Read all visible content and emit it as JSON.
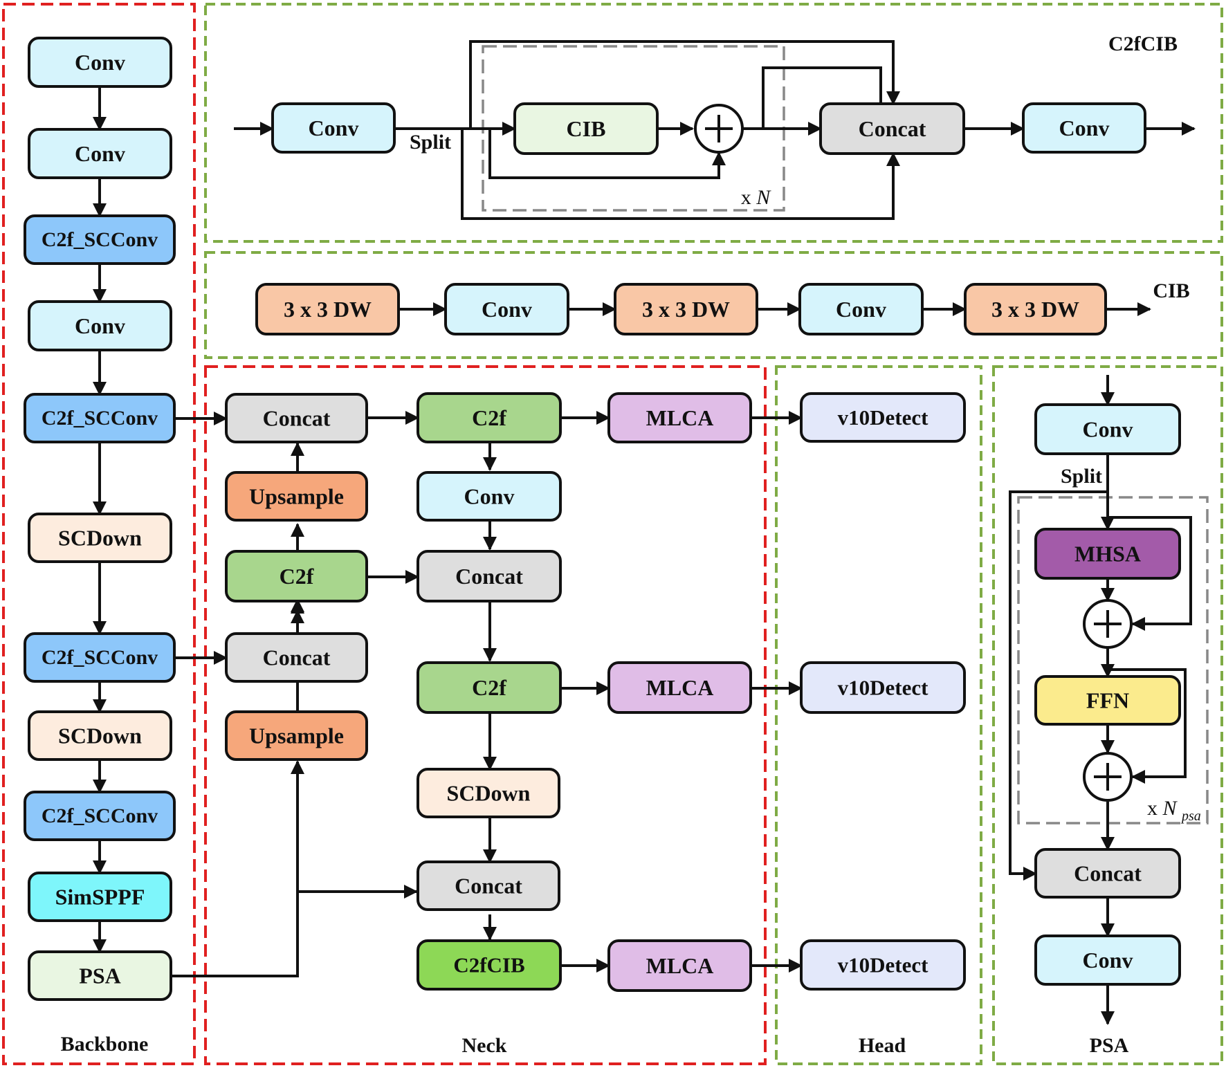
{
  "colors": {
    "conv": "#d6f4fc",
    "c2f_scconv": "#8dc7fa",
    "scdown": "#fdecde",
    "simsppf": "#7ef6fb",
    "psa": "#e9f6e2",
    "concat": "#dedede",
    "upsample": "#f6a77b",
    "c2f": "#a8d68d",
    "c2fcib": "#8dd856",
    "mlca": "#e0bde7",
    "v10detect": "#e3e8fa",
    "cib": "#e9f6e2",
    "dw": "#f9c7a6",
    "mhsa": "#a35ba9",
    "ffn": "#fbeb8d",
    "region_red": "#e02020",
    "region_green": "#7fab45",
    "repeat_box": "#888888"
  },
  "regions": {
    "backbone": "Backbone",
    "neck": "Neck",
    "head": "Head",
    "psa": "PSA",
    "c2fcib": "C2fCIB",
    "cib": "CIB"
  },
  "backbone": [
    {
      "key": "bb0",
      "label": "Conv",
      "kind": "conv"
    },
    {
      "key": "bb1",
      "label": "Conv",
      "kind": "conv"
    },
    {
      "key": "bb2",
      "label": "C2f_SCConv",
      "kind": "c2f_scconv"
    },
    {
      "key": "bb3",
      "label": "Conv",
      "kind": "conv"
    },
    {
      "key": "bb4",
      "label": "C2f_SCConv",
      "kind": "c2f_scconv"
    },
    {
      "key": "bb5",
      "label": "SCDown",
      "kind": "scdown"
    },
    {
      "key": "bb6",
      "label": "C2f_SCConv",
      "kind": "c2f_scconv"
    },
    {
      "key": "bb7",
      "label": "SCDown",
      "kind": "scdown"
    },
    {
      "key": "bb8",
      "label": "C2f_SCConv",
      "kind": "c2f_scconv"
    },
    {
      "key": "bb9",
      "label": "SimSPPF",
      "kind": "simsppf"
    },
    {
      "key": "bb10",
      "label": "PSA",
      "kind": "psa"
    }
  ],
  "neck": [
    {
      "key": "nk_concat1",
      "label": "Concat",
      "kind": "concat"
    },
    {
      "key": "nk_up1",
      "label": "Upsample",
      "kind": "upsample"
    },
    {
      "key": "nk_c2f1",
      "label": "C2f",
      "kind": "c2f"
    },
    {
      "key": "nk_concat2",
      "label": "Concat",
      "kind": "concat"
    },
    {
      "key": "nk_up2",
      "label": "Upsample",
      "kind": "upsample"
    },
    {
      "key": "nk_c2f_a",
      "label": "C2f",
      "kind": "c2f"
    },
    {
      "key": "nk_conv",
      "label": "Conv",
      "kind": "conv"
    },
    {
      "key": "nk_concat3",
      "label": "Concat",
      "kind": "concat"
    },
    {
      "key": "nk_c2f_b",
      "label": "C2f",
      "kind": "c2f"
    },
    {
      "key": "nk_scdown",
      "label": "SCDown",
      "kind": "scdown"
    },
    {
      "key": "nk_concat4",
      "label": "Concat",
      "kind": "concat"
    },
    {
      "key": "nk_c2fcib",
      "label": "C2fCIB",
      "kind": "c2fcib"
    },
    {
      "key": "nk_mlca1",
      "label": "MLCA",
      "kind": "mlca"
    },
    {
      "key": "nk_mlca2",
      "label": "MLCA",
      "kind": "mlca"
    },
    {
      "key": "nk_mlca3",
      "label": "MLCA",
      "kind": "mlca"
    }
  ],
  "head": [
    {
      "key": "hd1",
      "label": "v10Detect",
      "kind": "v10detect"
    },
    {
      "key": "hd2",
      "label": "v10Detect",
      "kind": "v10detect"
    },
    {
      "key": "hd3",
      "label": "v10Detect",
      "kind": "v10detect"
    }
  ],
  "c2fcib_module": [
    {
      "key": "cm_conv1",
      "label": "Conv",
      "kind": "conv"
    },
    {
      "key": "cm_cib",
      "label": "CIB",
      "kind": "cib"
    },
    {
      "key": "cm_concat",
      "label": "Concat",
      "kind": "concat"
    },
    {
      "key": "cm_conv2",
      "label": "Conv",
      "kind": "conv"
    }
  ],
  "c2fcib_labels": {
    "split": "Split",
    "repeat_prefix": "x",
    "repeat_var": "N"
  },
  "cib_module": [
    {
      "key": "cb1",
      "label": "3 x 3 DW",
      "kind": "dw"
    },
    {
      "key": "cb2",
      "label": "Conv",
      "kind": "conv"
    },
    {
      "key": "cb3",
      "label": "3 x 3 DW",
      "kind": "dw"
    },
    {
      "key": "cb4",
      "label": "Conv",
      "kind": "conv"
    },
    {
      "key": "cb5",
      "label": "3 x 3 DW",
      "kind": "dw"
    }
  ],
  "psa_module": [
    {
      "key": "ps_conv1",
      "label": "Conv",
      "kind": "conv"
    },
    {
      "key": "ps_mhsa",
      "label": "MHSA",
      "kind": "mhsa"
    },
    {
      "key": "ps_ffn",
      "label": "FFN",
      "kind": "ffn"
    },
    {
      "key": "ps_concat",
      "label": "Concat",
      "kind": "concat"
    },
    {
      "key": "ps_conv2",
      "label": "Conv",
      "kind": "conv"
    }
  ],
  "psa_labels": {
    "split": "Split",
    "repeat_prefix": "x",
    "repeat_var": "N",
    "repeat_sub": "psa"
  }
}
